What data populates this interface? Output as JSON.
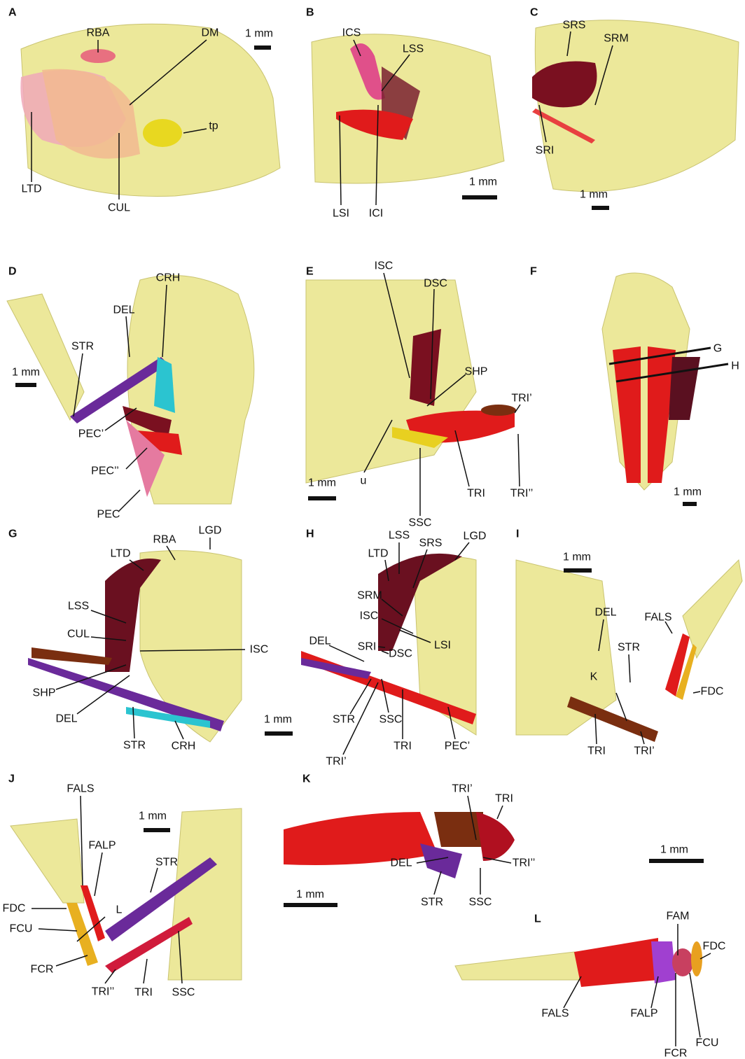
{
  "panels": [
    {
      "letter": "A",
      "labels": [
        "RBA",
        "DM",
        "tp",
        "LTD",
        "CUL"
      ],
      "scale": "1 mm"
    },
    {
      "letter": "B",
      "labels": [
        "ICS",
        "LSS",
        "LSI",
        "ICI"
      ],
      "scale": "1 mm"
    },
    {
      "letter": "C",
      "labels": [
        "SRS",
        "SRM",
        "SRI"
      ],
      "scale": "1 mm"
    },
    {
      "letter": "D",
      "labels": [
        "CRH",
        "DEL",
        "STR",
        "PEC’",
        "PEC’’",
        "PEC"
      ],
      "scale": "1 mm"
    },
    {
      "letter": "E",
      "labels": [
        "ISC",
        "DSC",
        "SHP",
        "TRI’",
        "u",
        "TRI",
        "TRI’’",
        "SSC"
      ],
      "scale": "1 mm"
    },
    {
      "letter": "F",
      "labels": [
        "G",
        "H"
      ],
      "scale": "1 mm"
    },
    {
      "letter": "G",
      "labels": [
        "RBA",
        "LGD",
        "LTD",
        "LSS",
        "CUL",
        "ISC",
        "SHP",
        "DEL",
        "STR",
        "CRH"
      ],
      "scale": "1 mm"
    },
    {
      "letter": "H",
      "labels": [
        "LSS",
        "SRS",
        "LGD",
        "LTD",
        "SRM",
        "ISC",
        "SRI",
        "DSC",
        "LSI",
        "DEL",
        "STR",
        "SSC",
        "TRI",
        "PEC’",
        "TRI’"
      ],
      "scale": ""
    },
    {
      "letter": "I",
      "labels": [
        "DEL",
        "FALS",
        "STR",
        "K",
        "FDC",
        "TRI",
        "TRI’"
      ],
      "scale": "1 mm"
    },
    {
      "letter": "J",
      "labels": [
        "FALS",
        "FALP",
        "STR",
        "L",
        "FDC",
        "FCU",
        "FCR",
        "TRI’’",
        "TRI",
        "SSC"
      ],
      "scale": "1 mm"
    },
    {
      "letter": "K",
      "labels": [
        "TRI’",
        "TRI",
        "DEL",
        "TRI’’",
        "STR",
        "SSC"
      ],
      "scale": "1 mm"
    },
    {
      "letter": "L",
      "labels": [
        "FAM",
        "FDC",
        "FALS",
        "FALP",
        "FCU",
        "FCR"
      ],
      "scale": "1 mm"
    }
  ],
  "colors": {
    "bone": "#ece89a",
    "red": "#e01b1b",
    "darkred": "#7a1020",
    "pink": "#e57aa0",
    "purple": "#6a2a9a",
    "cyan": "#2bc4d0",
    "brown": "#7a2e10",
    "yellow": "#e8d020",
    "peach": "#f0b896"
  }
}
